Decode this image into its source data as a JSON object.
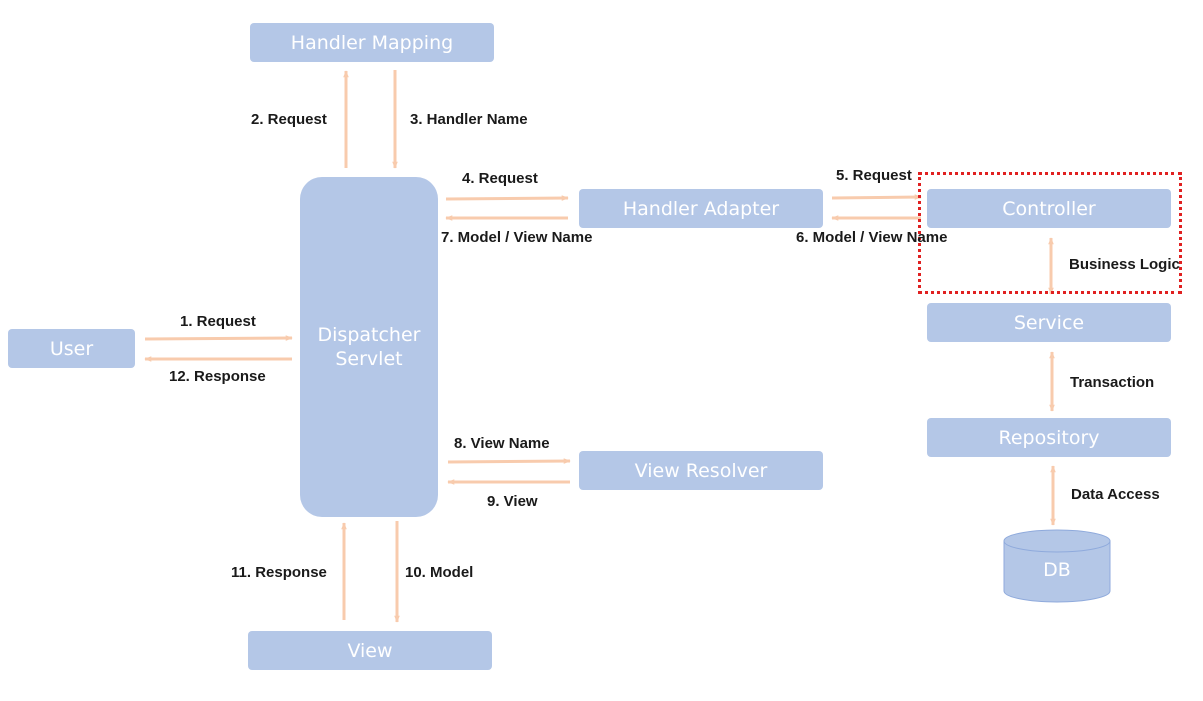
{
  "nodes": {
    "handler_mapping": "Handler Mapping",
    "dispatcher_servlet": [
      "Dispatcher",
      "Servlet"
    ],
    "handler_adapter": "Handler Adapter",
    "controller": "Controller",
    "service": "Service",
    "repository": "Repository",
    "db": "DB",
    "user": "User",
    "view_resolver": "View Resolver",
    "view": "View"
  },
  "edges": {
    "e1": "1. Request",
    "e2": "2. Request",
    "e3": "3. Handler Name",
    "e4": "4. Request",
    "e5": "5. Request",
    "e6": "6. Model / View Name",
    "e7": "7. Model / View Name",
    "e8": "8. View Name",
    "e9": "9. View",
    "e10": "10. Model",
    "e11": "11. Response",
    "e12": "12. Response",
    "business_logic": "Business Logic",
    "transaction": "Transaction",
    "data_access": "Data Access"
  },
  "colors": {
    "node_fill": "#b4c7e7",
    "node_text": "#ffffff",
    "arrow": "#f8cbad",
    "highlight": "#e02020"
  }
}
